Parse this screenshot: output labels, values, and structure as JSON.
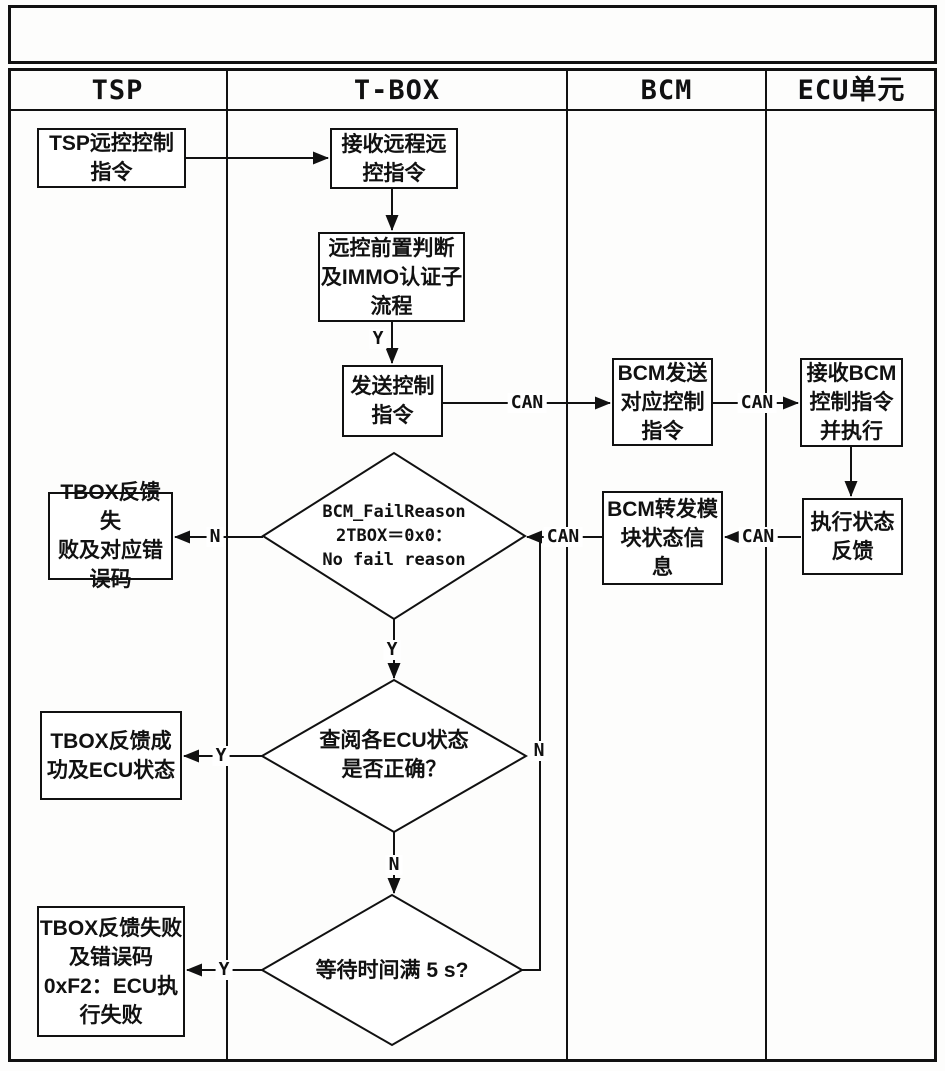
{
  "header": {
    "lanes": [
      "TSP",
      "T-BOX",
      "BCM",
      "ECU单元"
    ]
  },
  "nodes": {
    "tsp_command": {
      "label": "TSP远控控制\n指令"
    },
    "receive_cmd": {
      "label": "接收远程远\n控指令"
    },
    "precheck_immo": {
      "label": "远控前置判断\n及IMMO认证子\n流程"
    },
    "send_ctrl": {
      "label": "发送控制\n指令"
    },
    "bcm_send": {
      "label": "BCM发送\n对应控制\n指令"
    },
    "ecu_exec": {
      "label": "接收BCM\n控制指令\n并执行"
    },
    "bcm_forward": {
      "label": "BCM转发模\n块状态信\n息"
    },
    "exec_status": {
      "label": "执行状态\n反馈"
    },
    "fail_errcode": {
      "label": "TBOX反馈失\n败及对应错\n误码"
    },
    "success_status": {
      "label": "TBOX反馈成\n功及ECU状态"
    },
    "fail_0xf2": {
      "label": "TBOX反馈失败\n及错误码\n0xF2：ECU执\n行失败"
    }
  },
  "decisions": {
    "fail_reason": {
      "label": "BCM_FailReason\n2TBOX＝0x0：\nNo fail reason"
    },
    "check_ecu": {
      "label": "查阅各ECU状态\n是否正确？"
    },
    "wait_5s": {
      "label": "等待时间满 5 s?"
    }
  },
  "edge_labels": {
    "y_precheck": "Y",
    "can_tbox_bcm": "CAN",
    "can_bcm_ecu": "CAN",
    "can_ecu_bcm": "CAN",
    "can_bcm_tbox": "CAN",
    "n_fail": "N",
    "y_pass": "Y",
    "y_success": "Y",
    "n_loop": "N",
    "n_wait": "N",
    "y_timeout": "Y"
  },
  "colors": {
    "line": "#111111",
    "background": "#fdfdfc"
  }
}
